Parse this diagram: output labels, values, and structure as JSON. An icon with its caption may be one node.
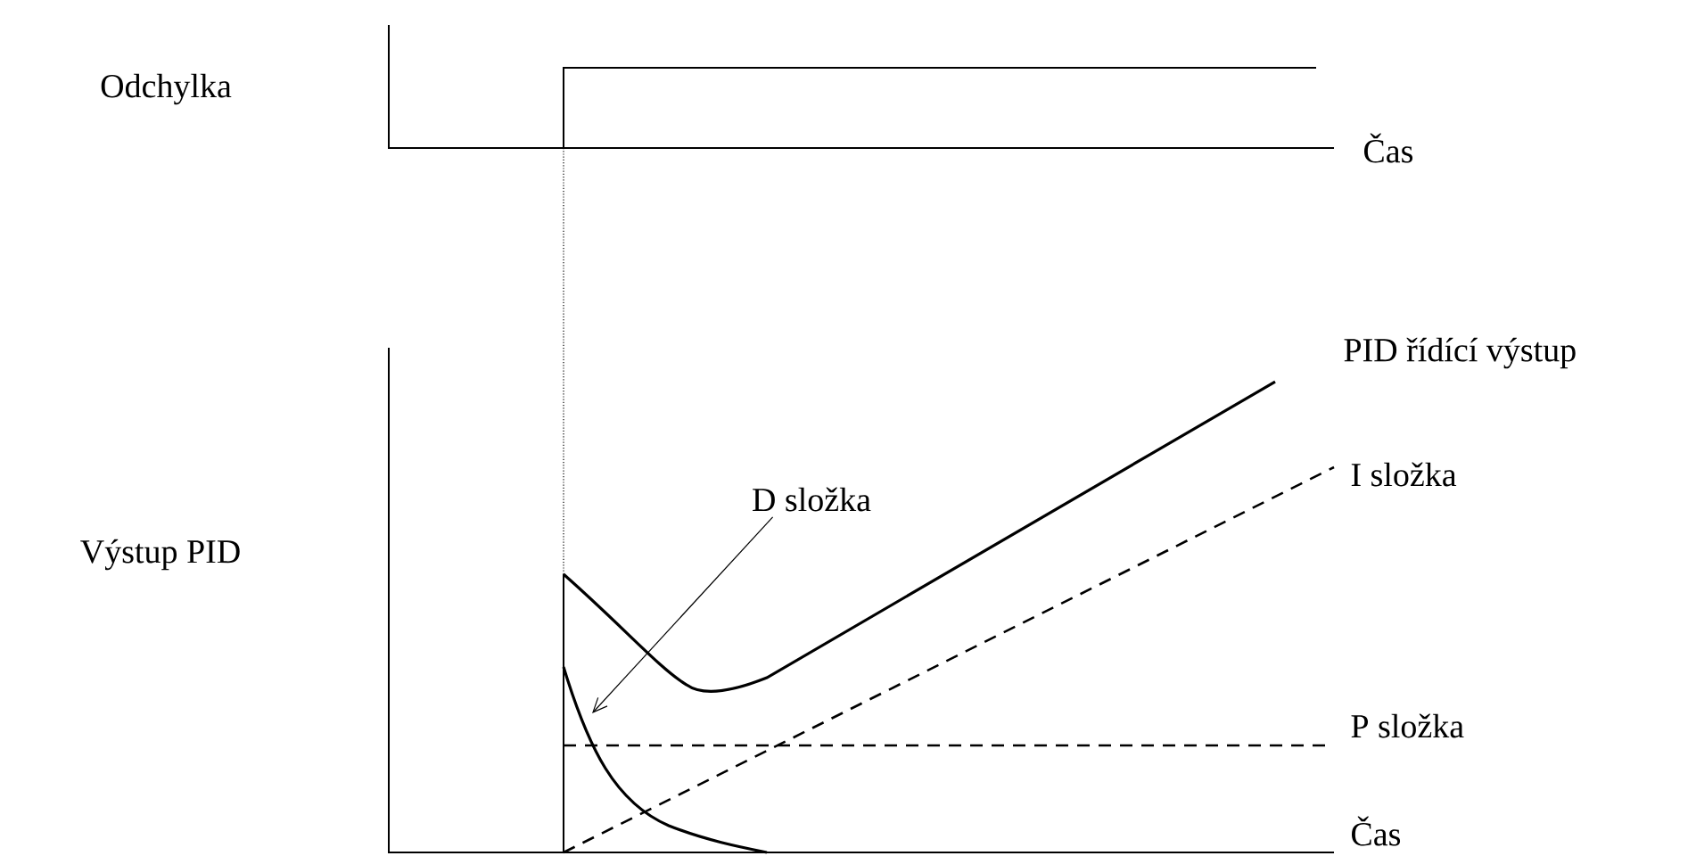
{
  "diagram": {
    "nodes": [
      {
        "text": [
          "D složka"
        ]
      },
      {
        "text": [],
        "shape": "curve"
      }
    ],
    "edges": [
      {
        "from": 0,
        "to": 1,
        "arrow": "to"
      }
    ],
    "labels": [
      "Odchylka",
      "Čas",
      "PID řídící výstup",
      "I složka",
      "Výstup PID",
      "P složka",
      "Čas"
    ]
  }
}
